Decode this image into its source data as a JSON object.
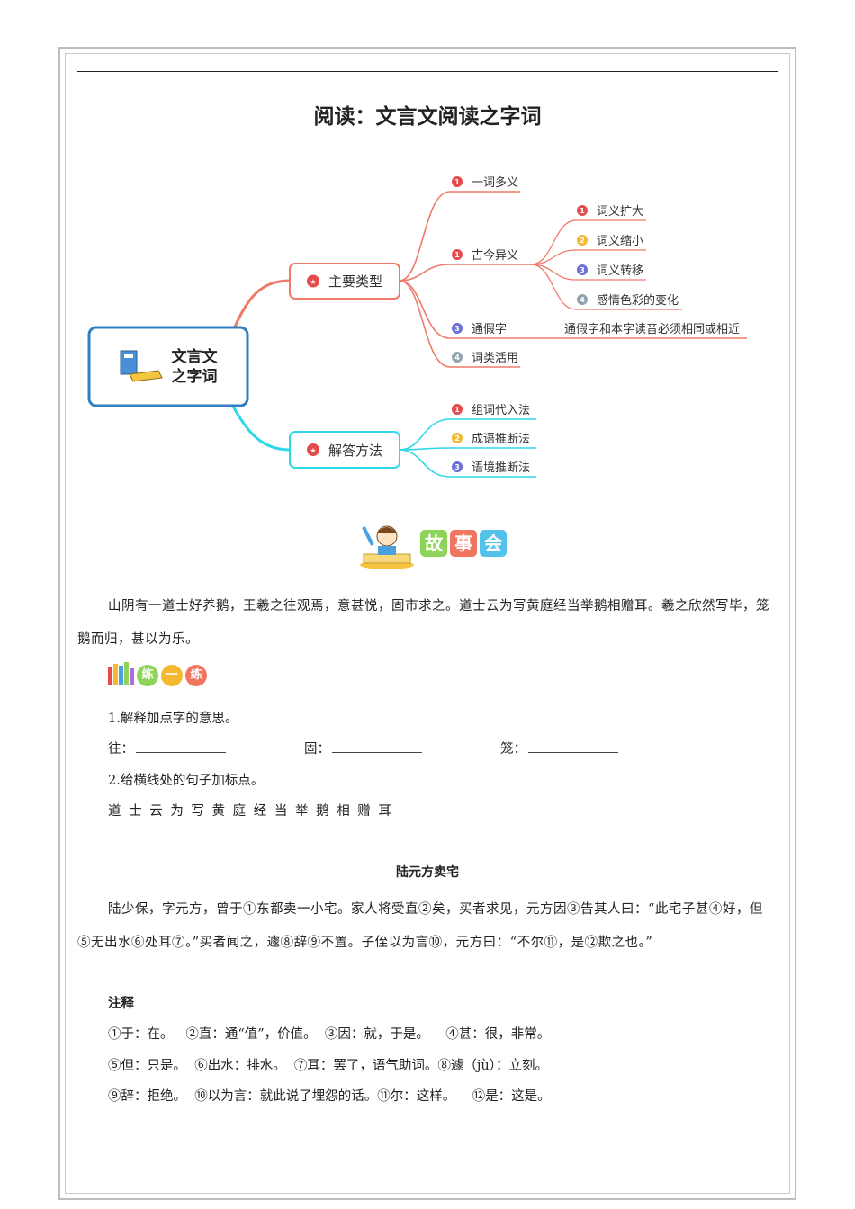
{
  "title": "阅读：文言文阅读之字词",
  "mindmap": {
    "root": [
      "文言文",
      "之字词"
    ],
    "branches": [
      {
        "label": "主要类型",
        "children": [
          {
            "num": "1",
            "label": "一词多义"
          },
          {
            "num": "1",
            "label": "古今异义",
            "children": [
              {
                "num": "1",
                "label": "词义扩大"
              },
              {
                "num": "2",
                "label": "词义缩小"
              },
              {
                "num": "3",
                "label": "词义转移"
              },
              {
                "num": "4",
                "label": "感情色彩的变化"
              }
            ]
          },
          {
            "num": "3",
            "label": "通假字",
            "note": "通假字和本字读音必须相同或相近"
          },
          {
            "num": "4",
            "label": "词类活用"
          }
        ]
      },
      {
        "label": "解答方法",
        "children": [
          {
            "num": "1",
            "label": "组词代入法"
          },
          {
            "num": "2",
            "label": "成语推断法"
          },
          {
            "num": "3",
            "label": "语境推断法"
          }
        ]
      }
    ],
    "colors": {
      "branch1": "#f07a6a",
      "branch2": "#2ed8e8",
      "root_border": "#2f7fc1",
      "num1": "#e54b4b",
      "num2": "#f5b82e",
      "num3": "#6b6fd8",
      "num4": "#8fa3b0"
    }
  },
  "story_banner": [
    "故",
    "事",
    "会"
  ],
  "story": "山阴有一道士好养鹅，王羲之往观焉，意甚悦，固市求之。道士云为写黄庭经当举鹅相赠耳。羲之欣然写毕，笼鹅而归，甚以为乐。",
  "practice_banner": [
    "练",
    "一",
    "练"
  ],
  "q1": "1.解释加点字的意思。",
  "q1_items": [
    "往：",
    "固：",
    "笼："
  ],
  "q2": "2.给横线处的句子加标点。",
  "q2_text": "道 士 云 为 写 黄 庭 经 当 举 鹅 相 赠 耳",
  "passage_title": "陆元方卖宅",
  "passage": "陆少保，字元方，曾于①东都卖一小宅。家人将受直②矣，买者求见，元方因③告其人曰：“此宅子甚④好，但⑤无出水⑥处耳⑦。”买者闻之，遽⑧辞⑨不置。子侄以为言⑩，元方曰：“不尔⑪，是⑫欺之也。”",
  "notes_title": "注释",
  "notes": [
    "①于：在。   ②直：通“值”，价值。  ③因：就，于是。    ④甚：很，非常。",
    "⑤但：只是。  ⑥出水：排水。  ⑦耳：罢了，语气助词。⑧遽（jù）：立刻。",
    "⑨辞：拒绝。  ⑩以为言：就此说了埋怨的话。⑪尔：这样。    ⑫是：这是。"
  ]
}
